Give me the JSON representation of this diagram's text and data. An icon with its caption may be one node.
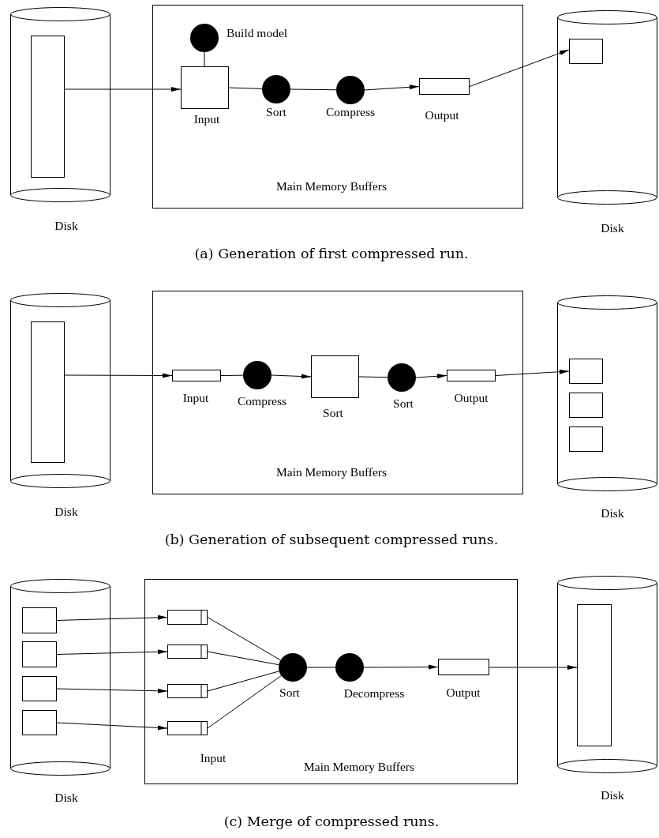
{
  "diagram": {
    "nodes": [
      {
        "text": [
          "Disk"
        ]
      },
      {
        "text": [],
        "shape": "box",
        "in": 0
      },
      {
        "text": [
          "Main Memory Buffers"
        ]
      },
      {
        "text": [
          "Build model"
        ],
        "in": 2
      },
      {
        "text": [
          "Input"
        ],
        "in": 2
      },
      {
        "text": [
          "Sort"
        ],
        "in": 2
      },
      {
        "text": [
          "Compress"
        ],
        "in": 2
      },
      {
        "text": [
          "Output"
        ],
        "in": 2
      },
      {
        "text": [
          "Disk"
        ]
      },
      {
        "text": [],
        "shape": "box",
        "in": 8
      },
      {
        "text": [
          "Disk"
        ]
      },
      {
        "text": [],
        "shape": "box",
        "in": 10
      },
      {
        "text": [
          "Main Memory Buffers"
        ]
      },
      {
        "text": [
          "Input"
        ],
        "in": 12
      },
      {
        "text": [
          "Compress"
        ],
        "in": 12
      },
      {
        "text": [
          "Sort"
        ],
        "in": 12
      },
      {
        "text": [
          "Sort"
        ],
        "in": 12
      },
      {
        "text": [
          "Output"
        ],
        "in": 12
      },
      {
        "text": [
          "Disk"
        ]
      },
      {
        "text": [],
        "shape": "box",
        "in": 18
      },
      {
        "text": [],
        "shape": "box",
        "in": 18
      },
      {
        "text": [],
        "shape": "box",
        "in": 18
      },
      {
        "text": [
          "Disk"
        ]
      },
      {
        "text": [],
        "shape": "box",
        "in": 22
      },
      {
        "text": [],
        "shape": "box",
        "in": 22
      },
      {
        "text": [],
        "shape": "box",
        "in": 22
      },
      {
        "text": [],
        "shape": "box",
        "in": 22
      },
      {
        "text": [
          "Main Memory Buffers"
        ]
      },
      {
        "text": [],
        "shape": "box",
        "in": 27
      },
      {
        "text": [],
        "shape": "box",
        "in": 27
      },
      {
        "text": [],
        "shape": "box",
        "in": 27
      },
      {
        "text": [],
        "shape": "box",
        "in": 27
      },
      {
        "text": [
          "Sort"
        ],
        "in": 27
      },
      {
        "text": [
          "Decompress"
        ],
        "in": 27
      },
      {
        "text": [
          "Output"
        ],
        "in": 27
      },
      {
        "text": [
          "Disk"
        ]
      },
      {
        "text": [],
        "shape": "box",
        "in": 35
      }
    ],
    "edges": [
      {
        "from": 1,
        "to": 4,
        "arrow": "to"
      },
      {
        "from": 3,
        "to": 4,
        "arrow": "none"
      },
      {
        "from": 4,
        "to": 5,
        "arrow": "none"
      },
      {
        "from": 5,
        "to": 6,
        "arrow": "none"
      },
      {
        "from": 6,
        "to": 7,
        "arrow": "to"
      },
      {
        "from": 7,
        "to": 9,
        "arrow": "to"
      },
      {
        "from": 11,
        "to": 13,
        "arrow": "to"
      },
      {
        "from": 13,
        "to": 14,
        "arrow": "none"
      },
      {
        "from": 14,
        "to": 15,
        "arrow": "to"
      },
      {
        "from": 15,
        "to": 16,
        "arrow": "none"
      },
      {
        "from": 16,
        "to": 17,
        "arrow": "to"
      },
      {
        "from": 17,
        "to": 19,
        "arrow": "to"
      },
      {
        "from": 23,
        "to": 28,
        "arrow": "to"
      },
      {
        "from": 24,
        "to": 29,
        "arrow": "to"
      },
      {
        "from": 25,
        "to": 30,
        "arrow": "to"
      },
      {
        "from": 26,
        "to": 31,
        "arrow": "to"
      },
      {
        "from": 28,
        "to": 32,
        "arrow": "none"
      },
      {
        "from": 29,
        "to": 32,
        "arrow": "none"
      },
      {
        "from": 30,
        "to": 32,
        "arrow": "none"
      },
      {
        "from": 31,
        "to": 32,
        "arrow": "none"
      },
      {
        "from": 32,
        "to": 33,
        "arrow": "none"
      },
      {
        "from": 33,
        "to": 34,
        "arrow": "to"
      },
      {
        "from": 34,
        "to": 36,
        "arrow": "to"
      }
    ],
    "labels": [
      "(a) Generation of first compressed run.",
      "(b) Generation of subsequent compressed runs.",
      "Input",
      "(c) Merge of compressed runs."
    ]
  }
}
